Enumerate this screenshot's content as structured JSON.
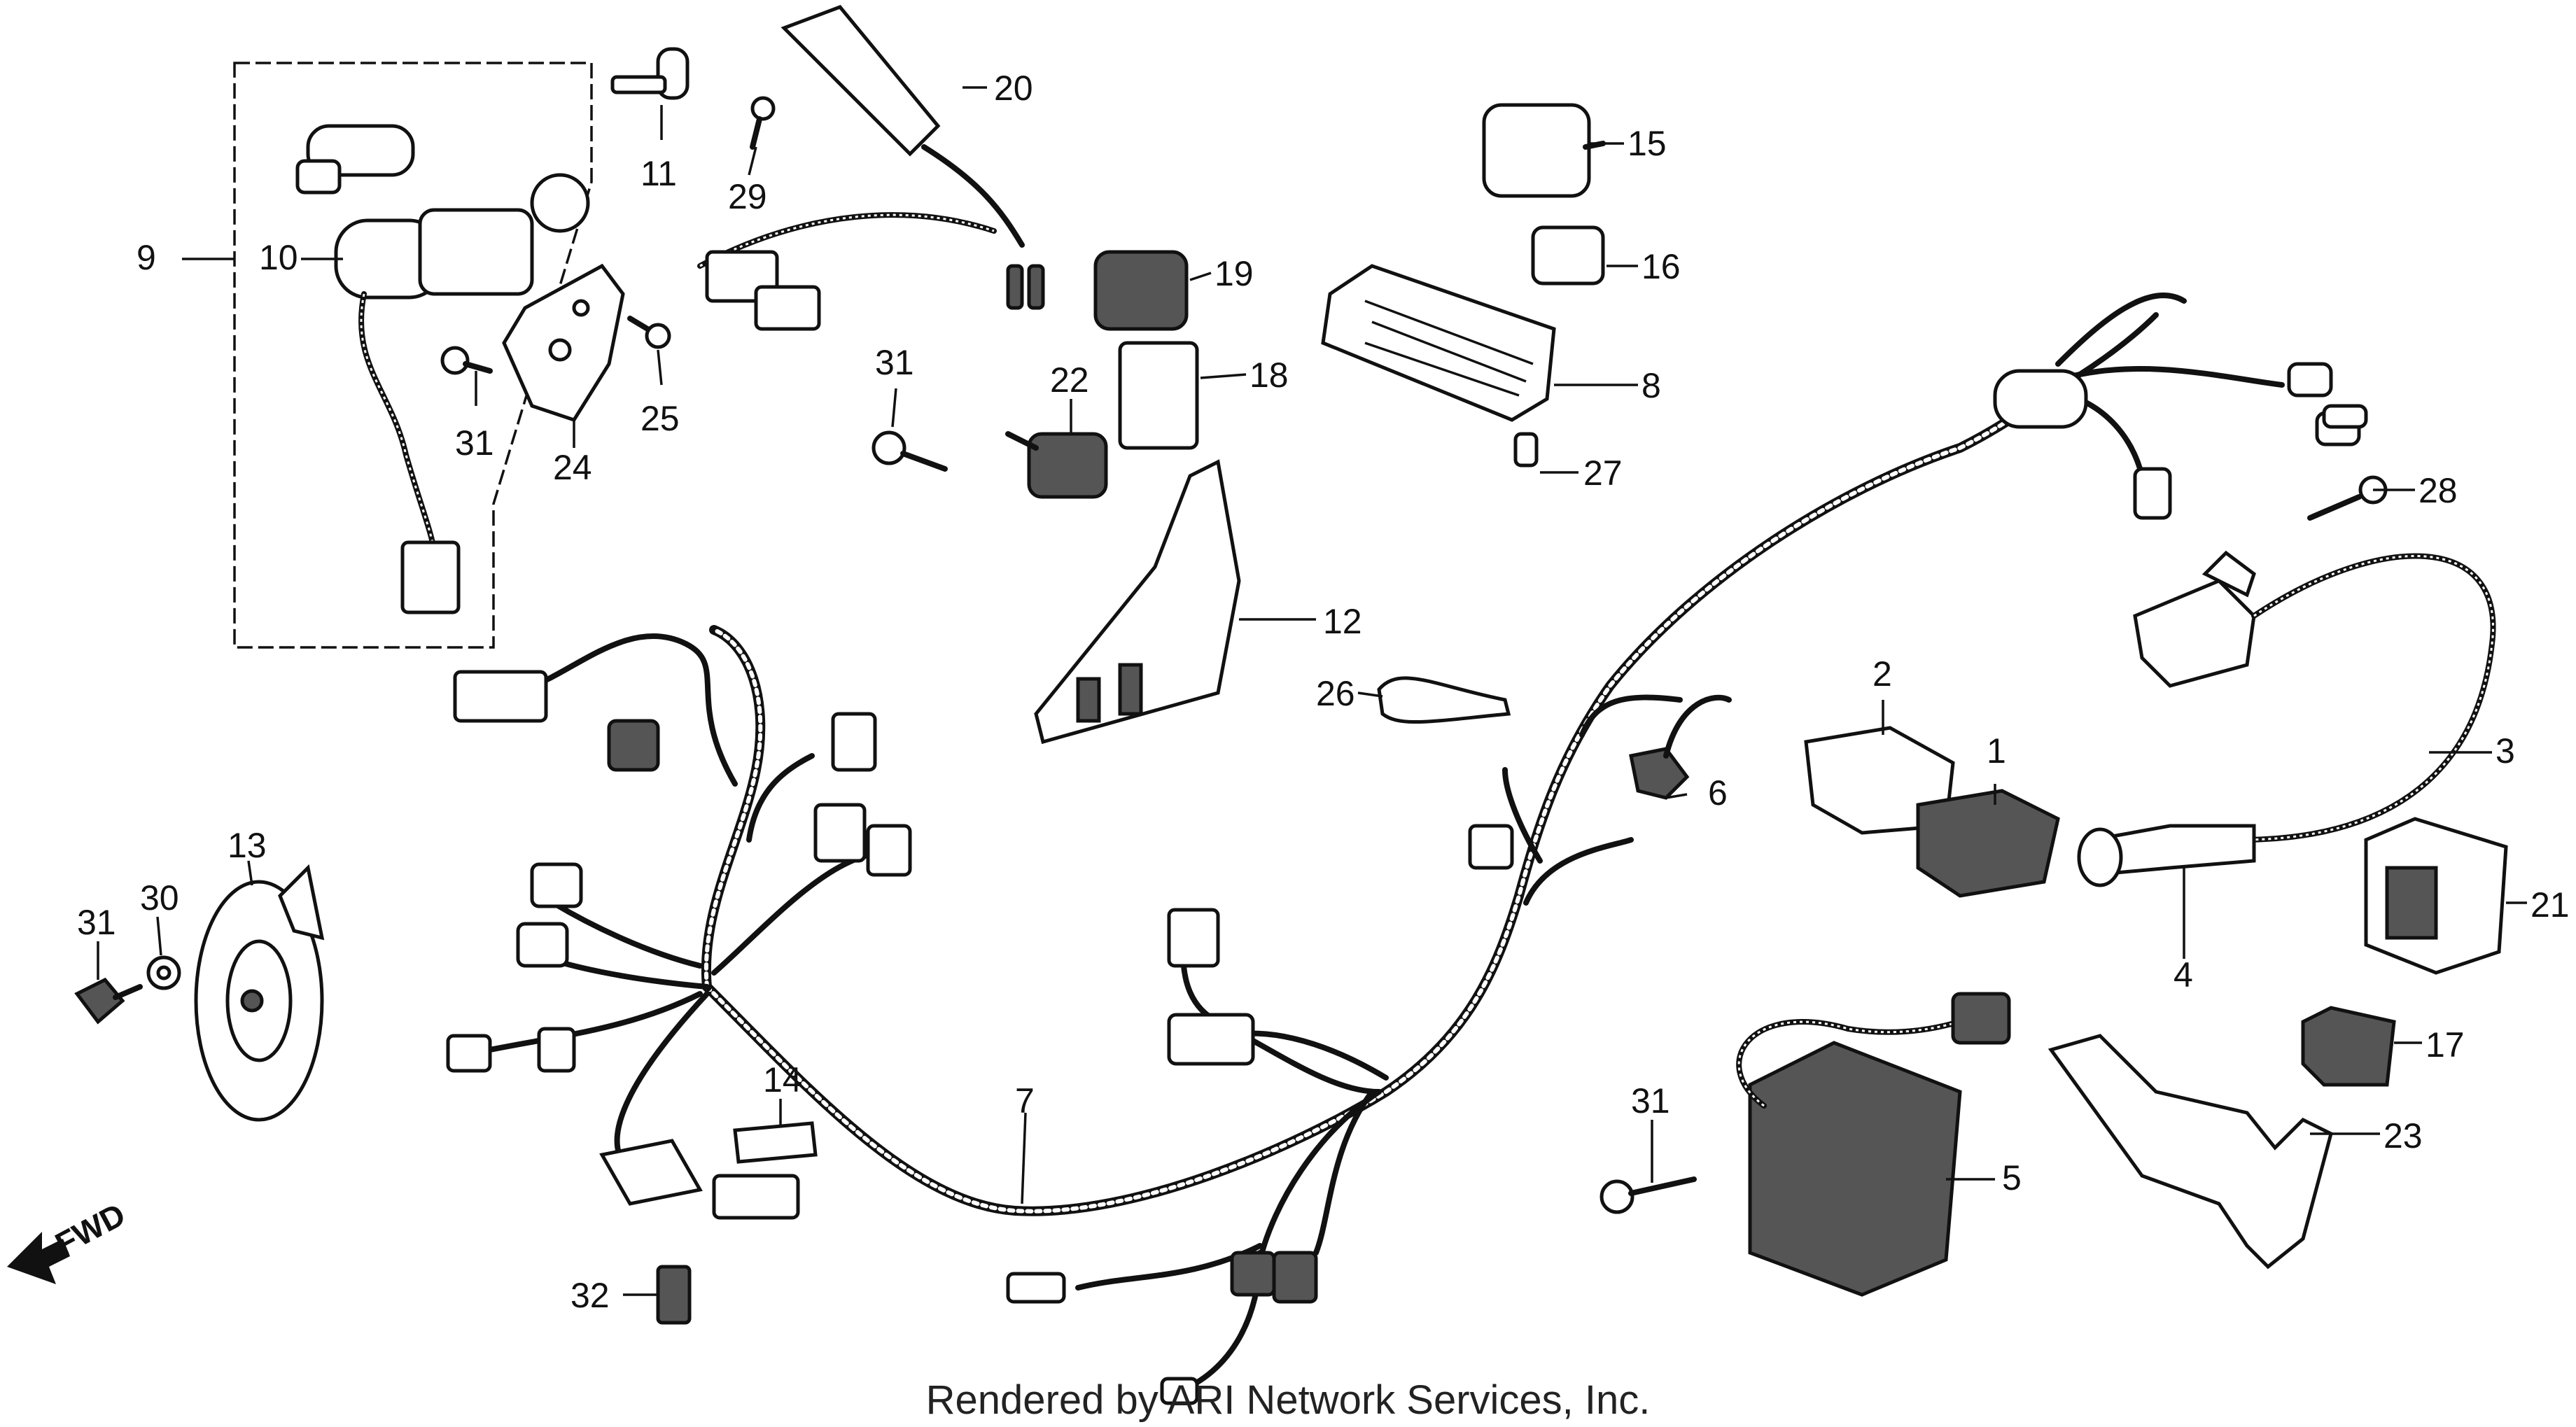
{
  "footer": "Rendered by ARI Network Services, Inc.",
  "direction_label": "FWD",
  "callouts": [
    "1",
    "2",
    "3",
    "4",
    "5",
    "6",
    "7",
    "8",
    "9",
    "10",
    "11",
    "12",
    "13",
    "14",
    "15",
    "16",
    "17",
    "18",
    "19",
    "20",
    "21",
    "22",
    "23",
    "24",
    "25",
    "26",
    "27",
    "28",
    "29",
    "30",
    "31",
    "31",
    "31",
    "32"
  ]
}
